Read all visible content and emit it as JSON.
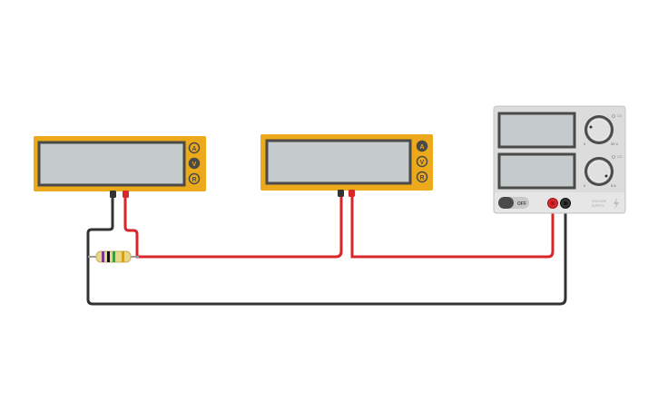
{
  "colors": {
    "meter_body": "#EBA91B",
    "meter_display": "#C5CBCD",
    "display_border": "#4A4A48",
    "wire_red": "#D9262A",
    "wire_black": "#333333",
    "psu_body": "#DCDCDC",
    "resistor_body": "#E8D48A"
  },
  "multimeter_left": {
    "buttons": {
      "amps": "A",
      "volts": "V",
      "ohms": "R"
    }
  },
  "multimeter_right": {
    "buttons": {
      "amps": "A",
      "volts": "V",
      "ohms": "R"
    }
  },
  "power_supply": {
    "voltage_knob": {
      "min_label": "0",
      "max_label": "30 V",
      "cv_label": "CV"
    },
    "current_knob": {
      "min_label": "0",
      "max_label": "5 A",
      "cc_label": "CC"
    },
    "power_switch_label": "OFF",
    "brand_label_line1": "VOLTAGE",
    "brand_label_line2": "SUPPLY"
  },
  "resistor": {
    "bands": [
      "#7A3B8C",
      "#111111",
      "#3E9B3E",
      "#D4A017"
    ]
  }
}
